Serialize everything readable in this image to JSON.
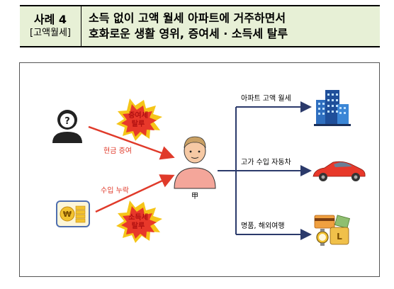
{
  "header": {
    "case_label": "사례 4",
    "case_sub": "[고액월세]",
    "title_line1": "소득 없이 고액 월세 아파트에 거주하면서",
    "title_line2": "호화로운 생활 영위, 증여세 · 소득세 탈루"
  },
  "diagram": {
    "left_top_arrow_label": "현금 증여",
    "left_bottom_arrow_label": "수입 누락",
    "burst_top": [
      "증여세",
      "탈루"
    ],
    "burst_bottom": [
      "소득세",
      "탈루"
    ],
    "center_person_label": "甲",
    "right_items": [
      {
        "label": "아파트 고액 월세",
        "icon": "apartment-buildings-icon"
      },
      {
        "label": "고가 수입 자동차",
        "icon": "sports-car-icon"
      },
      {
        "label": "명품, 해외여행",
        "icon": "luxury-goods-icon"
      }
    ]
  },
  "colors": {
    "header_bg": "#e7f0d6",
    "red_arrow": "#e03a2a",
    "navy_arrow": "#2b3a6b",
    "burst_yellow": "#f5c518",
    "burst_red": "#e8382a"
  }
}
